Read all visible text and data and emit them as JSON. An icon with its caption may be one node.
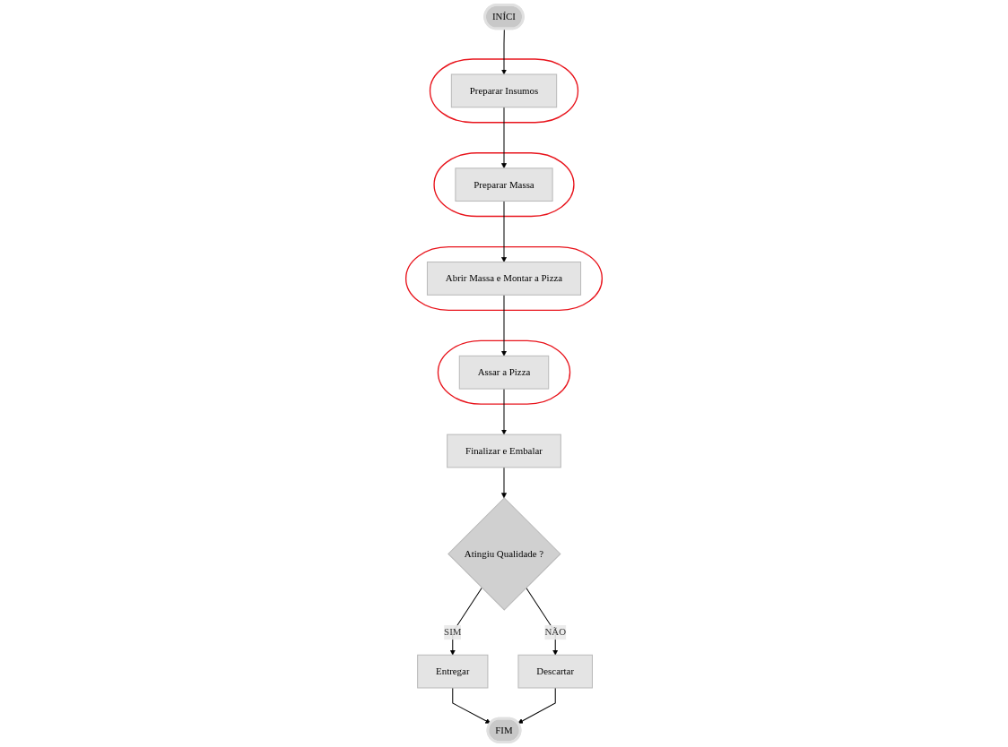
{
  "diagram": {
    "nodes": [
      {
        "text": [
          "INÍCI"
        ]
      },
      {
        "text": [],
        "shape": "ellipse"
      },
      {
        "text": [
          "Preparar Insumos"
        ],
        "in": 1
      },
      {
        "text": [],
        "shape": "ellipse"
      },
      {
        "text": [
          "Preparar Massa"
        ],
        "in": 3
      },
      {
        "text": [
          "Finalizar e Embalar"
        ]
      },
      {
        "text": [],
        "shape": "ellipse"
      },
      {
        "text": [
          "Assar a Pizza"
        ],
        "in": 6
      },
      {
        "text": [],
        "shape": "ellipse"
      },
      {
        "text": [
          "Abrir Massa e Montar a Pizza"
        ],
        "in": 8
      },
      {
        "text": [
          "Atingiu Qualidade ?"
        ]
      },
      {
        "text": [
          "Entregar"
        ]
      },
      {
        "text": [
          "Descartar"
        ]
      },
      {
        "text": [
          "FIM"
        ]
      }
    ],
    "edges": [
      {
        "from": 0,
        "to": 2,
        "arrow": "to"
      },
      {
        "from": 2,
        "to": 4,
        "arrow": "to"
      },
      {
        "from": 4,
        "to": 9,
        "arrow": "to"
      },
      {
        "from": 9,
        "to": 7,
        "arrow": "to"
      },
      {
        "from": 7,
        "to": 5,
        "arrow": "to"
      },
      {
        "from": 5,
        "to": 10,
        "arrow": "to"
      },
      {
        "from": 10,
        "to": 11,
        "label": "SIM",
        "arrow": "to"
      },
      {
        "from": 10,
        "to": 12,
        "label": "NÃO",
        "arrow": "to"
      },
      {
        "from": 11,
        "to": 13,
        "arrow": "to"
      },
      {
        "from": 12,
        "to": 13,
        "arrow": "to"
      }
    ]
  }
}
